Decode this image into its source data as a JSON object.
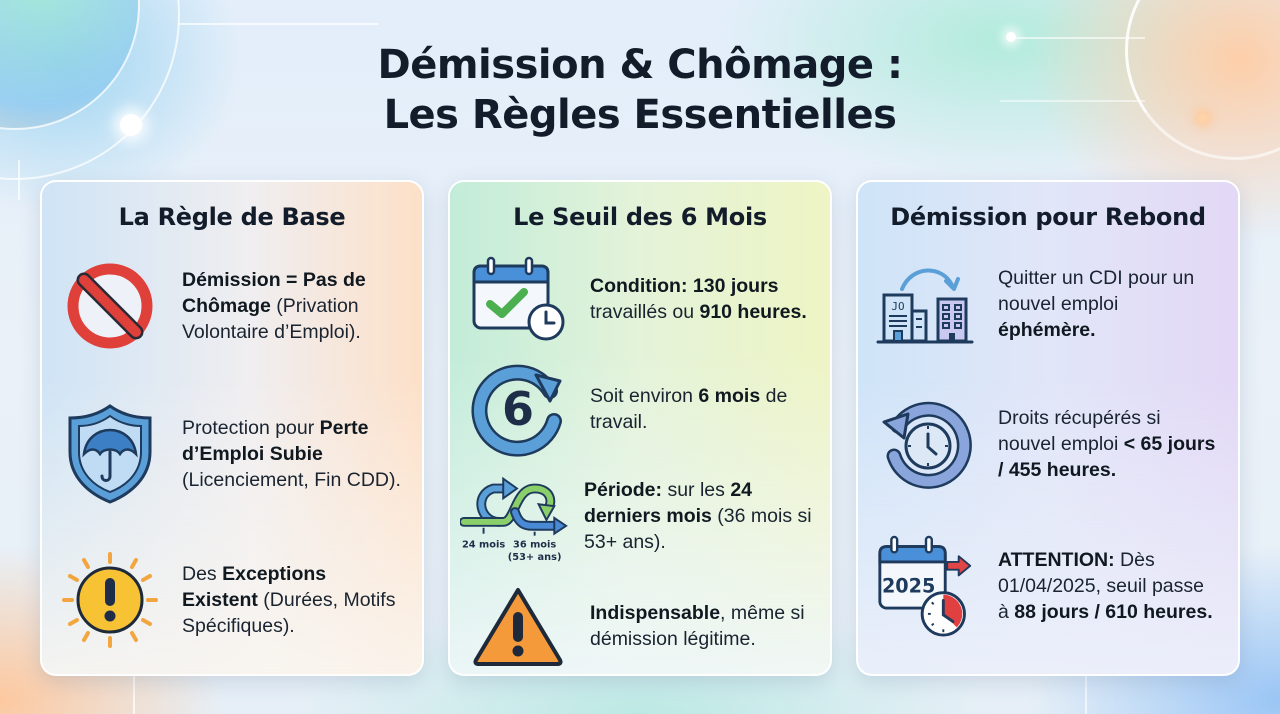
{
  "page": {
    "title_line1": "Démission & Chômage :",
    "title_line2": "Les Règles Essentielles"
  },
  "colors": {
    "title_text": "#121c2a",
    "card1_gradient": [
      "#cfe4f6",
      "#fde0c8"
    ],
    "card2_gradient": [
      "#c2ecd9",
      "#eef4c4"
    ],
    "card3_gradient": [
      "#cfe4f8",
      "#e3d8f6"
    ],
    "danger_red": "#e0403a",
    "warning_orange": "#f59a3a",
    "success_green": "#4caf50",
    "icon_blue": "#3d7fc4"
  },
  "cards": [
    {
      "title": "La Règle de Base",
      "items": [
        {
          "icon": "prohibited-icon",
          "parts": [
            {
              "bold": true,
              "text": "Démission = Pas de Chômage"
            },
            {
              "bold": false,
              "text": " (Privation Volontaire d’Emploi)."
            }
          ]
        },
        {
          "icon": "shield-umbrella-icon",
          "parts": [
            {
              "bold": false,
              "text": "Protection pour "
            },
            {
              "bold": true,
              "text": "Perte d’Emploi Subie"
            },
            {
              "bold": false,
              "text": " (Licenciement, Fin CDD)."
            }
          ]
        },
        {
          "icon": "exclamation-sun-icon",
          "parts": [
            {
              "bold": false,
              "text": "Des "
            },
            {
              "bold": true,
              "text": "Exceptions Existent"
            },
            {
              "bold": false,
              "text": " (Durées, Motifs Spécifiques)."
            }
          ]
        }
      ]
    },
    {
      "title": "Le Seuil des 6 Mois",
      "items": [
        {
          "icon": "calendar-check-clock-icon",
          "parts": [
            {
              "bold": true,
              "text": "Condition: 130 jours"
            },
            {
              "bold": false,
              "text": " travaillés ou "
            },
            {
              "bold": true,
              "text": "910 heures."
            }
          ]
        },
        {
          "icon": "six-cycle-icon",
          "icon_label": "6",
          "parts": [
            {
              "bold": false,
              "text": "Soit environ "
            },
            {
              "bold": true,
              "text": "6 mois"
            },
            {
              "bold": false,
              "text": " de travail."
            }
          ]
        },
        {
          "icon": "period-arrows-icon",
          "icon_labels": [
            "24 mois",
            "36 mois",
            "(53+ ans)"
          ],
          "parts": [
            {
              "bold": true,
              "text": "Période:"
            },
            {
              "bold": false,
              "text": " sur les "
            },
            {
              "bold": true,
              "text": "24 derniers mois"
            },
            {
              "bold": false,
              "text": " (36 mois si 53+ ans)."
            }
          ]
        },
        {
          "icon": "warning-triangle-icon",
          "parts": [
            {
              "bold": true,
              "text": "Indispensable"
            },
            {
              "bold": false,
              "text": ", même si démission légitime."
            }
          ]
        }
      ]
    },
    {
      "title": "Démission pour Rebond",
      "items": [
        {
          "icon": "buildings-transfer-icon",
          "icon_label": "JO",
          "parts": [
            {
              "bold": false,
              "text": "Quitter un CDI pour un nouvel emploi "
            },
            {
              "bold": true,
              "text": "éphémère."
            }
          ]
        },
        {
          "icon": "clock-rewind-icon",
          "parts": [
            {
              "bold": false,
              "text": "Droits récupérés si nouvel emploi "
            },
            {
              "bold": true,
              "text": "< 65 jours / 455 heures."
            }
          ]
        },
        {
          "icon": "calendar-2025-clock-icon",
          "icon_label": "2025",
          "parts": [
            {
              "bold": true,
              "text": "ATTENTION:"
            },
            {
              "bold": false,
              "text": " Dès 01/04/2025, seuil passe à "
            },
            {
              "bold": true,
              "text": "88 jours / 610 heures."
            }
          ]
        }
      ]
    }
  ]
}
